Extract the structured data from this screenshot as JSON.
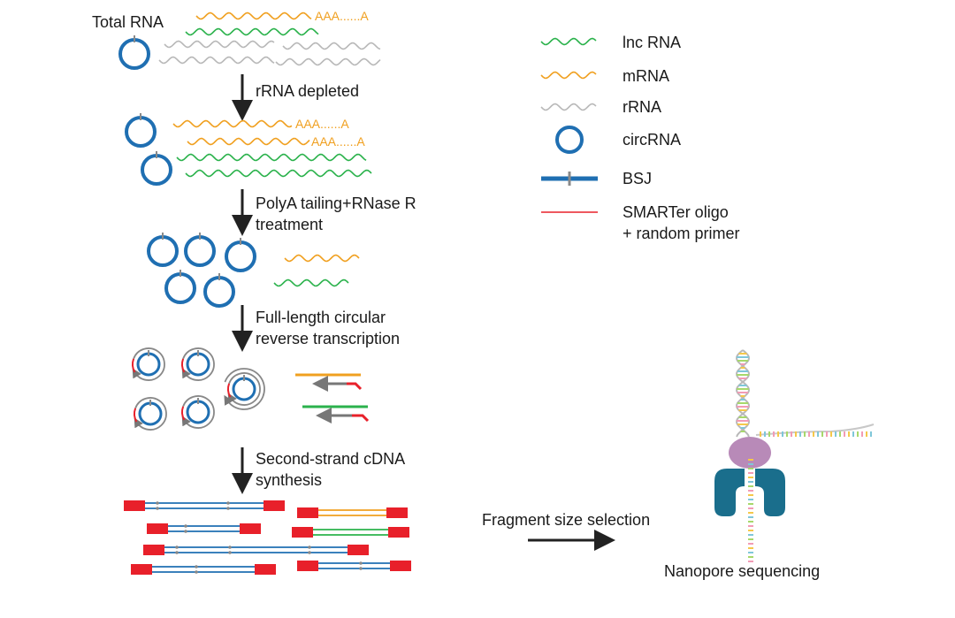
{
  "steps": {
    "start_label": "Total RNA",
    "poly_a_tail": "AAA......A",
    "step1": "rRNA depleted",
    "step2": "PolyA tailing+RNase R\ntreatment",
    "step3": "Full-length circular\nreverse transcription",
    "step4": "Second-strand cDNA\nsynthesis",
    "fragment": "Fragment size selection",
    "sequencing": "Nanopore sequencing"
  },
  "legend": {
    "items": [
      {
        "label": "lnc RNA",
        "symbol": "wave",
        "color": "#2bb24c"
      },
      {
        "label": "mRNA",
        "symbol": "wave",
        "color": "#f0a020"
      },
      {
        "label": "rRNA",
        "symbol": "wave",
        "color": "#b8b8b8"
      },
      {
        "label": "circRNA",
        "symbol": "circle",
        "color": "#1f6fb2"
      },
      {
        "label": "BSJ",
        "symbol": "bar",
        "color": "#1f6fb2"
      },
      {
        "label": "SMARTer oligo\n+ random primer",
        "symbol": "line",
        "color": "#e8202a"
      }
    ]
  },
  "colors": {
    "lnc": "#2bb24c",
    "mrna": "#f0a020",
    "rrna": "#b8b8b8",
    "circ": "#1f6fb2",
    "bsj": "#8a8a8a",
    "primer": "#e8202a",
    "arrow": "#222222",
    "pore_teal": "#1a6e8c",
    "pore_purple": "#b88ab8"
  }
}
